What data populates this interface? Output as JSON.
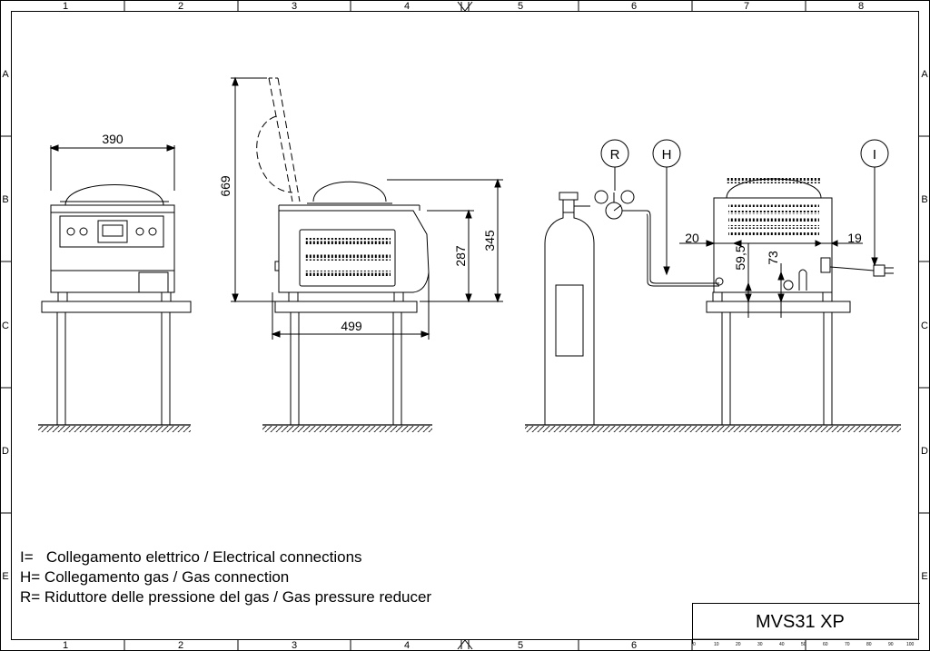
{
  "frame": {
    "columns": [
      "1",
      "2",
      "3",
      "4",
      "5",
      "6",
      "7",
      "8"
    ],
    "rows": [
      "A",
      "B",
      "C",
      "D",
      "E"
    ]
  },
  "dimensions": {
    "front_width": "390",
    "side_open_height": "669",
    "side_depth": "499",
    "side_height_body": "287",
    "side_height_total": "345",
    "rear_left_offset": "20",
    "rear_gas_height": "59,5",
    "rear_power_height": "73",
    "rear_right_offset": "19"
  },
  "callouts": {
    "reducer": "R",
    "gas": "H",
    "electric": "I"
  },
  "legend": [
    "I=   Collegamento elettrico / Electrical connections",
    "H= Collegamento gas / Gas connection",
    "R= Riduttore delle pressione del gas / Gas pressure reducer"
  ],
  "title_block": {
    "model": "MVS31 XP",
    "scale_ticks": [
      "0",
      "10",
      "20",
      "30",
      "40",
      "50",
      "60",
      "70",
      "80",
      "90",
      "100"
    ]
  }
}
